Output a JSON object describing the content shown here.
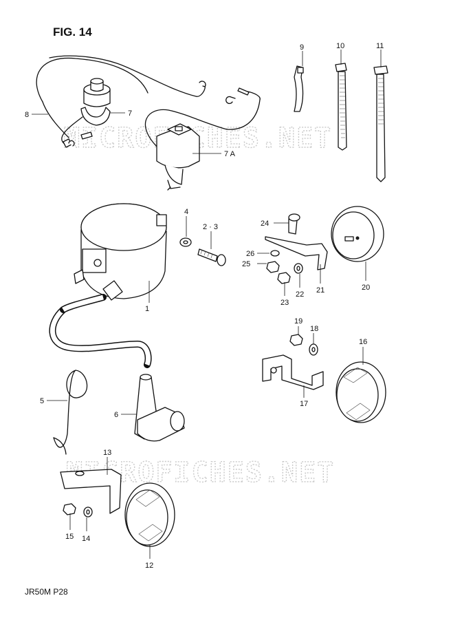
{
  "figure_title": "FIG. 14",
  "footer_code": "JR50M  P28",
  "watermark": "MICROFICHES.NET",
  "parts": [
    {
      "id": "p1",
      "label": "1"
    },
    {
      "id": "p23",
      "label": "2 · 3"
    },
    {
      "id": "p4",
      "label": "4"
    },
    {
      "id": "p5",
      "label": "5"
    },
    {
      "id": "p6",
      "label": "6"
    },
    {
      "id": "p7",
      "label": "7"
    },
    {
      "id": "p7a",
      "label": "7 A"
    },
    {
      "id": "p8",
      "label": "8"
    },
    {
      "id": "p9",
      "label": "9"
    },
    {
      "id": "p10",
      "label": "10"
    },
    {
      "id": "p11",
      "label": "11"
    },
    {
      "id": "p12",
      "label": "12"
    },
    {
      "id": "p13",
      "label": "13"
    },
    {
      "id": "p14",
      "label": "14"
    },
    {
      "id": "p15",
      "label": "15"
    },
    {
      "id": "p16",
      "label": "16"
    },
    {
      "id": "p17",
      "label": "17"
    },
    {
      "id": "p18",
      "label": "18"
    },
    {
      "id": "p19",
      "label": "19"
    },
    {
      "id": "p20",
      "label": "20"
    },
    {
      "id": "p21",
      "label": "21"
    },
    {
      "id": "p22",
      "label": "22"
    },
    {
      "id": "p23b",
      "label": "23"
    },
    {
      "id": "p24",
      "label": "24"
    },
    {
      "id": "p25",
      "label": "25"
    },
    {
      "id": "p26",
      "label": "26"
    }
  ]
}
